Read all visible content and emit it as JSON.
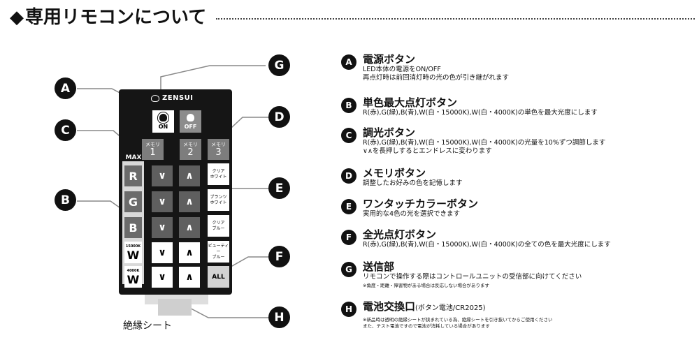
{
  "header": {
    "diamond": "◆",
    "title": "専用リモコンについて"
  },
  "remote": {
    "brand": "ZENSUI",
    "power_on_label": "ON",
    "power_off_label": "OFF",
    "memory_keys": [
      {
        "label": "メモリ",
        "number": "1"
      },
      {
        "label": "メモリ",
        "number": "2"
      },
      {
        "label": "メモリ",
        "number": "3"
      }
    ],
    "max_label": "MAX",
    "color_keys": [
      "R",
      "G",
      "B"
    ],
    "white_keys": [
      {
        "kelvin": "15000K",
        "label": "W"
      },
      {
        "kelvin": "4000K",
        "label": "W"
      }
    ],
    "arrow_down": "∨",
    "arrow_up": "∧",
    "preset_keys": [
      {
        "line1": "クリア",
        "line2": "ホワイト"
      },
      {
        "line1": "ブランツ",
        "line2": "ホワイト"
      },
      {
        "line1": "クリア",
        "line2": "ブルー"
      },
      {
        "line1": "ビューティー",
        "line2": "ブルー"
      }
    ],
    "all_label": "ALL",
    "battery_label": "絶縁シート"
  },
  "callouts": {
    "A": "A",
    "B": "B",
    "C": "C",
    "D": "D",
    "E": "E",
    "F": "F",
    "G": "G",
    "H": "H"
  },
  "descriptions": {
    "A": {
      "badge": "A",
      "title": "電源ボタン",
      "lines": [
        "LED本体の電源をON/OFF",
        "再点灯時は前回消灯時の光の色が引き継がれます"
      ]
    },
    "B": {
      "badge": "B",
      "title": "単色最大点灯ボタン",
      "lines": [
        "R(赤),G(緑),B(青),W(白・15000K),W(白・4000K)の単色を最大光度にします"
      ]
    },
    "C": {
      "badge": "C",
      "title": "調光ボタン",
      "lines": [
        "R(赤),G(緑),B(青),W(白・15000K),W(白・4000K)の光量を10%ずつ調節します",
        "∨∧を長押しするとエンドレスに変わります"
      ]
    },
    "D": {
      "badge": "D",
      "title": "メモリボタン",
      "lines": [
        "調整したお好みの色を記憶します"
      ]
    },
    "E": {
      "badge": "E",
      "title": "ワンタッチカラーボタン",
      "lines": [
        "実用的な4色の光を選択できます"
      ]
    },
    "F": {
      "badge": "F",
      "title": "全光点灯ボタン",
      "lines": [
        "R(赤),G(緑),B(青),W(白・15000K),W(白・4000K)の全ての色を最大光度にします"
      ]
    },
    "G": {
      "badge": "G",
      "title": "送信部",
      "lines": [
        "リモコンで操作する際はコントロールユニットの受信部に向けてください"
      ],
      "note": "※角度・距離・障害物がある場合は反応しない場合があります"
    },
    "H": {
      "badge": "H",
      "title": "電池交換口",
      "title_suffix": "(ボタン電池/CR2025)",
      "notes": [
        "※新品時は透明の絶縁シートが挟まれている為、絶縁シートを引き抜いてからご使用ください",
        "また、テスト電池ですので電池が消耗している場合があります"
      ]
    }
  }
}
